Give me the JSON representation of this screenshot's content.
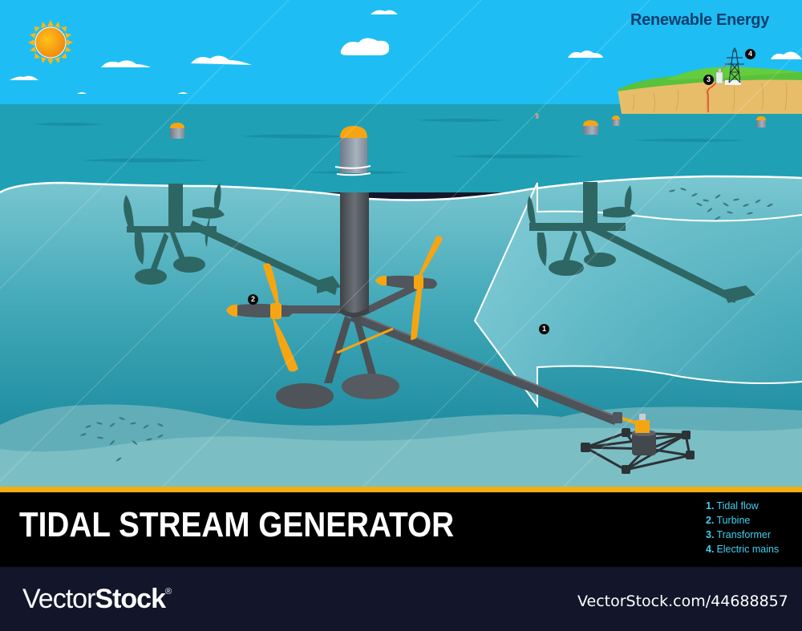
{
  "header": {
    "category": "Renewable Energy"
  },
  "diagram": {
    "title": "TIDAL STREAM GENERATOR",
    "markers": [
      {
        "number": "1",
        "label": "Tidal flow"
      },
      {
        "number": "2",
        "label": "Turbine"
      },
      {
        "number": "3",
        "label": "Transformer"
      },
      {
        "number": "4",
        "label": "Electric mains"
      }
    ],
    "legend": [
      {
        "num": "1.",
        "label": "Tidal flow"
      },
      {
        "num": "2.",
        "label": "Turbine"
      },
      {
        "num": "3.",
        "label": "Transformer"
      },
      {
        "num": "4.",
        "label": "Electric mains"
      }
    ],
    "colors": {
      "sky": "#1ebef4",
      "sea_surface": "#1fa0b5",
      "underwater_light": "#6fc1cc",
      "underwater_deep": "#1d8ea2",
      "seabed_1": "#62aeb8",
      "seabed_2": "#7bbfc5",
      "structure": "#4d5358",
      "blades": "#f6a512",
      "shadow": "#2e6663",
      "accent_strip": "#f5ae0f",
      "legend_text": "#3fd0f0",
      "heading": "#0f3f6e"
    }
  },
  "footer": {
    "brand_light": "Vector",
    "brand_bold": "Stock",
    "registered": "®",
    "image_id": "VectorStock.com/44688857"
  }
}
